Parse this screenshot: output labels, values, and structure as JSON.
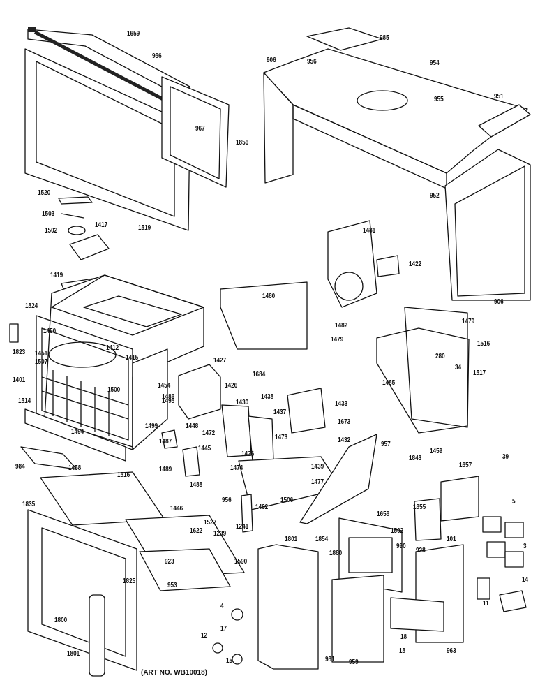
{
  "art_number": "(ART NO. WB10018)",
  "labels": [
    "1659",
    "966",
    "967",
    "1856",
    "1520",
    "1503",
    "1502",
    "1417",
    "1519",
    "906",
    "956",
    "954",
    "985",
    "955",
    "951",
    "952",
    "906",
    "1481",
    "1422",
    "1480",
    "1482",
    "1479",
    "1516",
    "1419",
    "1824",
    "1450",
    "1451",
    "1507",
    "1412",
    "1415",
    "1401",
    "1514",
    "1823",
    "1500",
    "1427",
    "1454",
    "1486",
    "1426",
    "1495",
    "1684",
    "1479",
    "280",
    "34",
    "1485",
    "1517",
    "1430",
    "1438",
    "1433",
    "1437",
    "1448",
    "1487",
    "1445",
    "1488",
    "1473",
    "1673",
    "1432",
    "957",
    "1472",
    "1426",
    "1474",
    "1439",
    "1477",
    "1506",
    "1843",
    "1459",
    "1657",
    "39",
    "5",
    "3",
    "14",
    "11",
    "984",
    "1494",
    "1458",
    "1516",
    "1499",
    "1489",
    "1446",
    "1835",
    "956",
    "1482",
    "1527",
    "1241",
    "1622",
    "1239",
    "1855",
    "1658",
    "1502",
    "1854",
    "990",
    "1801",
    "1880",
    "928",
    "101",
    "1590",
    "923",
    "953",
    "1825",
    "1800",
    "4",
    "17",
    "12",
    "15",
    "1801",
    "981",
    "959",
    "18",
    "18",
    "963"
  ]
}
